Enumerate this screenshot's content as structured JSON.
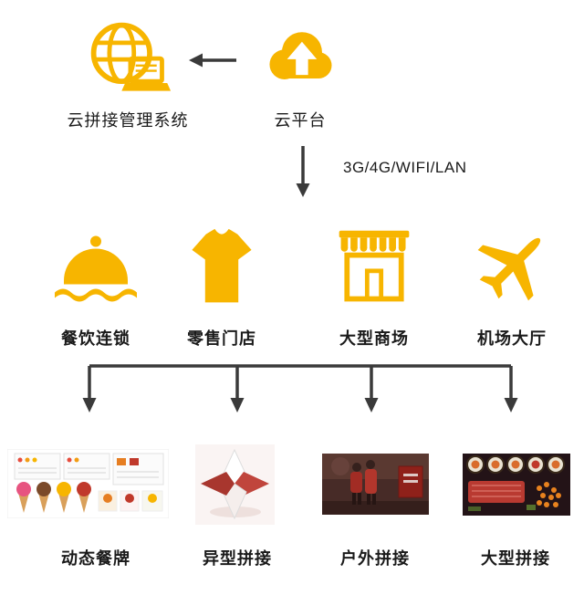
{
  "colors": {
    "accent": "#F7B500",
    "arrow": "#3a3a3a",
    "text": "#1a1a1a"
  },
  "top": {
    "management": {
      "label": "云拼接管理系统",
      "icon": "globe-laptop-icon"
    },
    "platform": {
      "label": "云平台",
      "icon": "cloud-upload-icon"
    },
    "network_label": "3G/4G/WIFI/LAN"
  },
  "venues": [
    {
      "label": "餐饮连锁",
      "icon": "cloche-icon"
    },
    {
      "label": "零售门店",
      "icon": "tshirt-icon"
    },
    {
      "label": "大型商场",
      "icon": "storefront-icon"
    },
    {
      "label": "机场大厅",
      "icon": "airplane-icon"
    }
  ],
  "applications": [
    {
      "label": "动态餐牌",
      "image": "dynamic-menu-photo"
    },
    {
      "label": "异型拼接",
      "image": "special-shape-photo"
    },
    {
      "label": "户外拼接",
      "image": "outdoor-splicing-photo"
    },
    {
      "label": "大型拼接",
      "image": "large-splicing-photo"
    }
  ]
}
